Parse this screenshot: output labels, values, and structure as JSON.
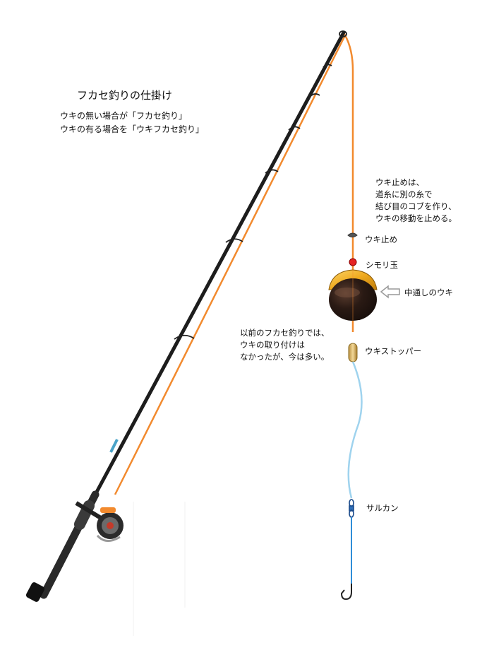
{
  "title": "フカセ釣りの仕掛け",
  "intro_lines": [
    "ウキの無い場合が「フカセ釣り」",
    "ウキの有る場合を「ウキフカセ釣り」"
  ],
  "float_stop_note": [
    "ウキ止めは、",
    "道糸に別の糸で",
    "結び目のコブを作り、",
    "ウキの移動を止める。"
  ],
  "history_note": [
    "以前のフカセ釣りでは、",
    "ウキの取り付けは",
    "なかったが、今は多い。"
  ],
  "labels": {
    "float_stop": "ウキ止め",
    "shimori_bead": "シモリ玉",
    "through_float": "中通しのウキ",
    "float_stopper": "ウキストッパー",
    "swivel": "サルカン"
  },
  "colors": {
    "main_line": "#f28a2e",
    "leader": "#9fd3ee",
    "tippet": "#2f8ed8",
    "rod": "#1d1d1d",
    "float_top": "#efaa1f",
    "float_body": "#2a1a14",
    "bead": "#e52222",
    "stopper": "#dcb86a"
  },
  "icons": [
    "reel-icon",
    "hook-icon",
    "swivel-icon",
    "arrow-left-icon"
  ]
}
